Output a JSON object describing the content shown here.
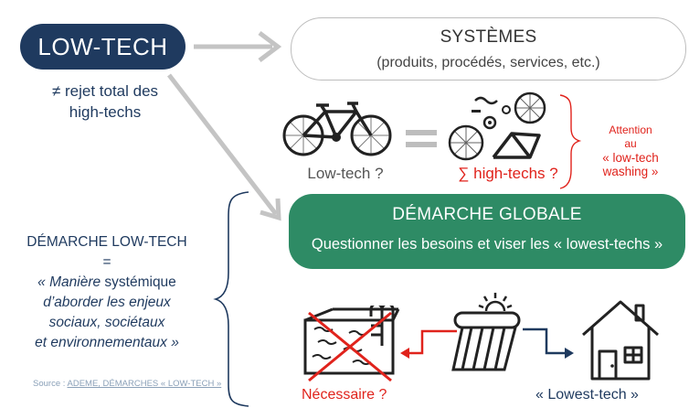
{
  "colors": {
    "navy": "#1f3a5f",
    "green": "#2e8b65",
    "red": "#e0231c",
    "grey_arrow": "#bdbdbd"
  },
  "lowtech_pill": {
    "label": "LOW-TECH"
  },
  "lowtech_sub": {
    "line1": "≠ rejet total des",
    "line2": "high-techs"
  },
  "systems": {
    "title": "SYSTÈMES",
    "subtitle": "(produits, procédés, services, etc.)"
  },
  "bike_row": {
    "lowtech_label": "Low-tech ?",
    "equals_icon": "equals-sign",
    "hightech_label": "∑ high-techs ?"
  },
  "attention": {
    "line1": "Attention",
    "line2": "au",
    "line3": "« low-tech washing »"
  },
  "global": {
    "title": "DÉMARCHE GLOBALE",
    "subtitle": "Questionner les besoins et viser les « lowest-techs »"
  },
  "demarche": {
    "title": "DÉMARCHE LOW-TECH",
    "equals": "=",
    "l1a": "« Manière ",
    "l1b": "systémique",
    "l2": "d’aborder les enjeux",
    "l3": "sociaux, sociétaux",
    "l4a": "et ",
    "l4b": "environnementaux",
    "l4c": " »"
  },
  "source": {
    "prefix": "Source : ",
    "link": "ADEME, DÉMARCHES « LOW-TECH »"
  },
  "bottom": {
    "necessaire": "Nécessaire ?",
    "lowest": "« Lowest-tech »"
  },
  "icons": [
    "bicycle-icon",
    "bike-parts-icon",
    "pool-icon",
    "solar-collector-icon",
    "house-icon"
  ]
}
